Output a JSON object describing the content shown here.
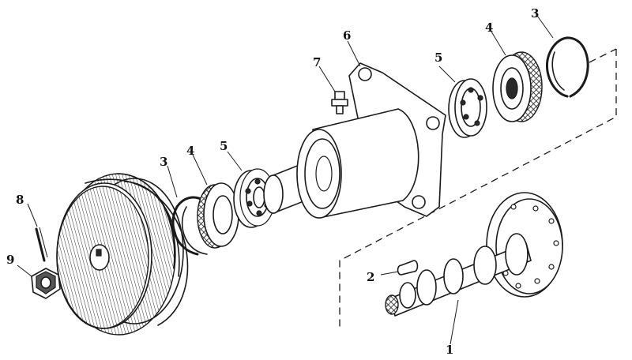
{
  "figure": {
    "background": "#ffffff",
    "ink": "#1a1a1a"
  },
  "callouts": {
    "shaft": "1",
    "key": "2",
    "ring_right": "3",
    "bearing_outer_right": "4",
    "bearing_inner_right": "5",
    "housing": "6",
    "grease_fitting": "7",
    "cotter_pin": "8",
    "castle_nut": "9",
    "ring_left": "3",
    "bearing_outer_left": "4",
    "bearing_inner_left": "5"
  }
}
